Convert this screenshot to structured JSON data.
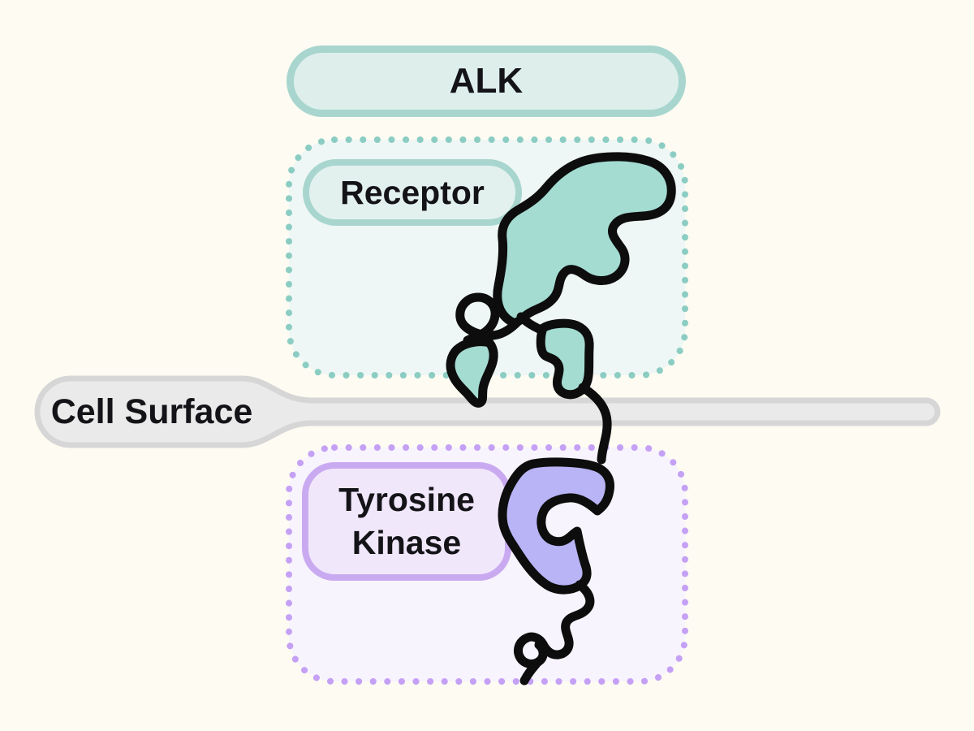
{
  "diagram": {
    "title": "ALK",
    "receptor_box": {
      "label": "Receptor"
    },
    "membrane": {
      "label": "Cell Surface"
    },
    "kinase_box": {
      "label_lines": [
        "Tyrosine",
        "Kinase"
      ]
    }
  },
  "colors": {
    "page-bg": "#fdfbf2",
    "teal-border": "#a8d6cf",
    "teal-pill-bg": "#ddeeeb",
    "teal-pill-bg2": "#e3f1ee",
    "teal-dot": "#8ccdc3",
    "teal-box-bg": "#eef7f5",
    "teal-protein": "#a4dcd2",
    "purple-border": "#c9aaf1",
    "purple-pill-bg": "#f1e7fb",
    "purple-dot": "#c5a1f5",
    "purple-box-bg": "#f8f4fd",
    "purple-protein": "#b8b4f5",
    "band-bg": "#eaeaea",
    "band-border": "#d6d6d6",
    "outline": "#0d0d0d",
    "text": "#141418"
  }
}
